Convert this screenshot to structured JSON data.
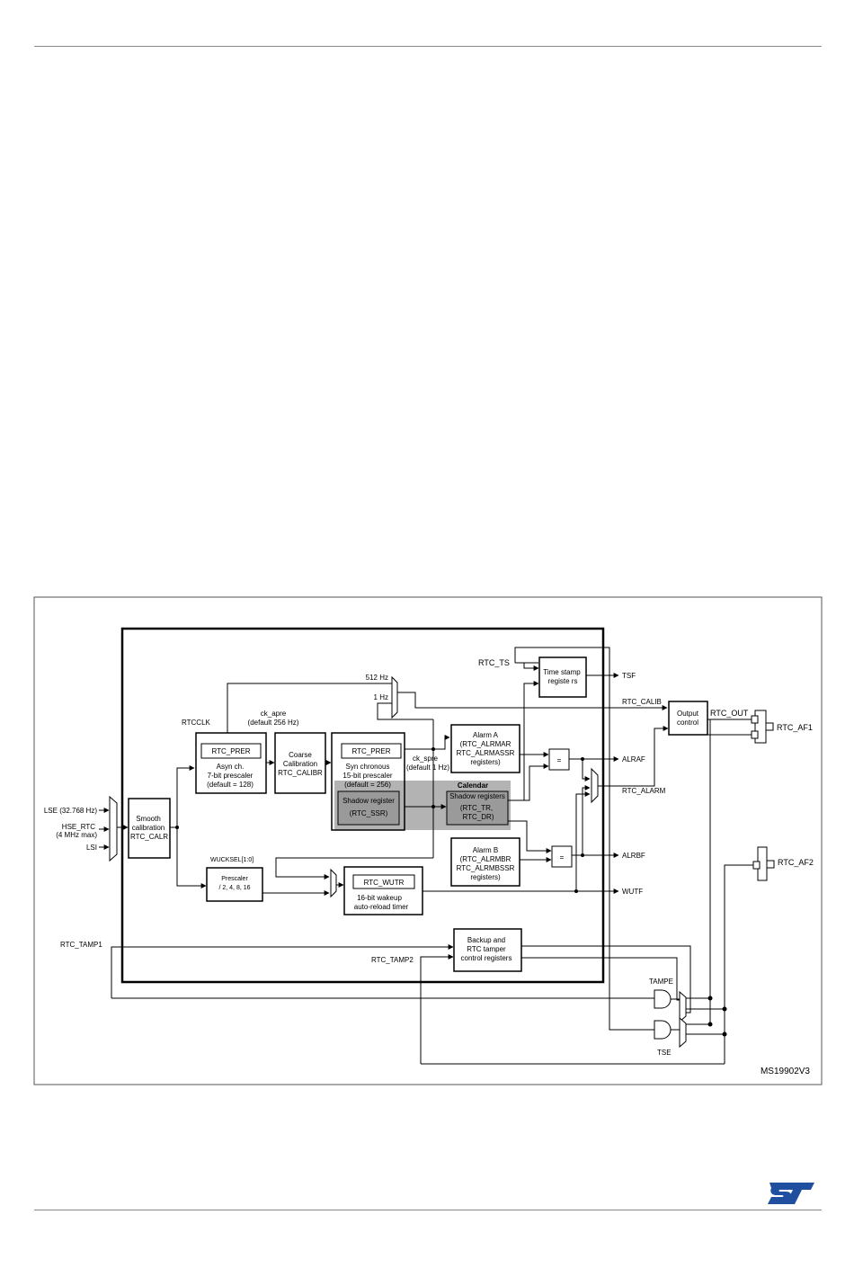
{
  "diagram": {
    "id_label": "MS19902V3",
    "inputs": {
      "lse": "LSE (32.768 Hz)",
      "hse_1": "HSE_RTC",
      "hse_2": "(4 MHz max)",
      "lsi": "LSI",
      "rtc_tamp1": "RTC_TAMP1",
      "rtc_tamp2": "RTC_TAMP2",
      "rtc_ts": "RTC_TS"
    },
    "labels": {
      "rtcclk": "RTCCLK",
      "ck_apre_1": "ck_apre",
      "ck_apre_2": "(default 256 Hz)",
      "ck_spre_1": "ck_spre",
      "ck_spre_2": "(default 1 Hz)",
      "hz512": "512 Hz",
      "hz1": "1 Hz",
      "wucksel": "WUCKSEL[1:0]",
      "tampe": "TAMPE",
      "tse": "TSE",
      "eq": "="
    },
    "blocks": {
      "smooth": [
        "Smooth",
        "calibration",
        "RTC_CALR"
      ],
      "async_reg": "RTC_PRER",
      "async": [
        "Asyn ch.",
        "7-bit prescaler",
        "(default = 128)"
      ],
      "coarse": [
        "Coarse",
        "Calibration",
        "RTC_CALIBR"
      ],
      "sync_reg": "RTC_PRER",
      "sync": [
        "Syn chronous",
        "15-bit prescaler",
        "(default = 256)"
      ],
      "shadow_reg": "Shadow register",
      "shadow_ssr": "(RTC_SSR)",
      "calendar": "Calendar",
      "cal_shadow": "Shadow registers",
      "cal_regs": [
        "(RTC_TR,",
        "RTC_DR)"
      ],
      "alarm_a": [
        "Alarm A",
        "(RTC_ALRMAR",
        "RTC_ALRMASSR",
        "registers)"
      ],
      "alarm_b": [
        "Alarm B",
        "(RTC_ALRMBR",
        "RTC_ALRMBSSR",
        "registers)"
      ],
      "timestamp": [
        "Time stamp",
        "registe rs"
      ],
      "prescaler": [
        "Prescaler",
        "/ 2, 4, 8, 16"
      ],
      "wutr_reg": "RTC_WUTR",
      "wakeup": [
        "16-bit wakeup",
        "auto-reload timer"
      ],
      "backup": [
        "Backup and",
        "RTC tamper",
        "control registers"
      ],
      "output_ctrl": [
        "Output",
        "control"
      ]
    },
    "outputs": {
      "tsf": "TSF",
      "rtc_calib": "RTC_CALIB",
      "alraf": "ALRAF",
      "rtc_alarm": "RTC_ALARM",
      "alrbf": "ALRBF",
      "wutf": "WUTF",
      "rtc_out": "RTC_OUT",
      "rtc_af1": "RTC_AF1",
      "rtc_af2": "RTC_AF2"
    }
  },
  "logo": {
    "name": "st-logo",
    "color": "#1f4f9e"
  }
}
